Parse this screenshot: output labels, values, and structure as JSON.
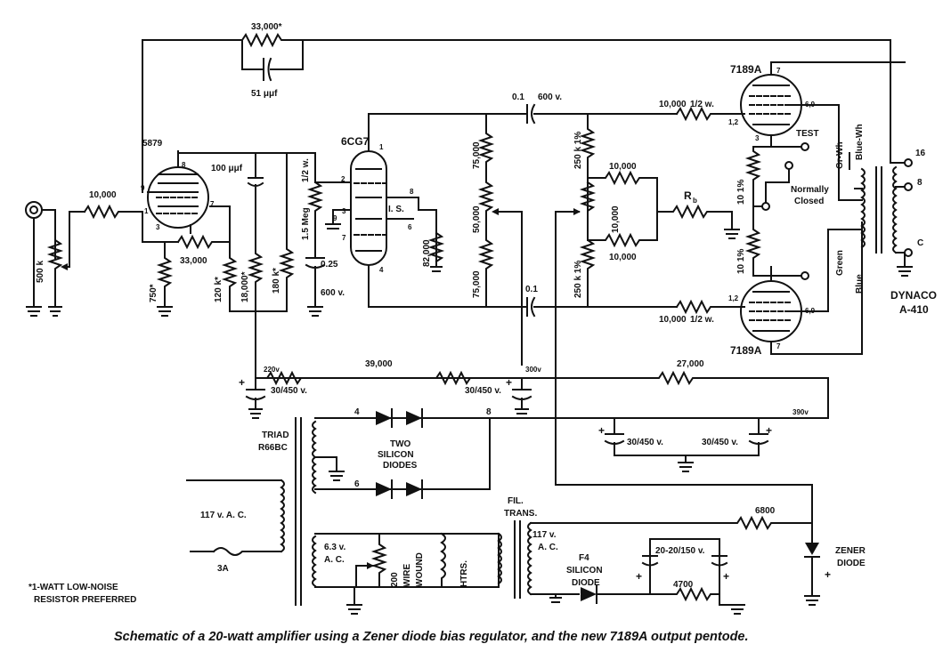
{
  "caption": "Schematic of a 20-watt amplifier using a Zener diode bias regulator, and the new 7189A output pentode.",
  "note": {
    "line1": "*1-WATT LOW-NOISE",
    "line2": "RESISTOR PREFERRED"
  },
  "tubes": {
    "t1": "5879",
    "t2": "6CG7",
    "t3_top": "7189A",
    "t3_bottom": "7189A",
    "is": "I. S."
  },
  "resistors": {
    "fb": "33,000*",
    "input": "10,000",
    "vol": "500 k",
    "cath1": "750*",
    "plate1": "33,000",
    "r120": "120 k*",
    "r18": "18,000*",
    "r180": "180 k*",
    "meg": "1.5 Meg",
    "meg_half": "1/2 w.",
    "r82": "82,000",
    "r75a": "75,000",
    "r50": "50,000",
    "r75b": "75,000",
    "r250a": "250 k 1%",
    "r250b": "250 k 1%",
    "r10k_a": "10,000",
    "r10k_b": "10,000",
    "r10k_c": "10,000",
    "grid_top": "10,000",
    "grid_top_w": "1/2 w.",
    "grid_bot": "10,000",
    "grid_bot_w": "1/2 w.",
    "rb": "R",
    "rb_sub": "b",
    "r10a": "10 1%",
    "r10b": "10 1%",
    "r39": "39,000",
    "r27": "27,000",
    "r6800": "6800",
    "r4700": "4700"
  },
  "caps": {
    "fb": "51 μμf",
    "c100": "100 μμf",
    "c025": "0.25",
    "c025v": "600 v.",
    "c01top": "0.1",
    "c01topv": "600 v.",
    "c01bot": "0.1",
    "e1": "30/450 v.",
    "e2": "30/450 v.",
    "e3": "30/450 v.",
    "e4": "30/450 v.",
    "fil": "20-20/150 v."
  },
  "voltages": {
    "v220": "220v",
    "v300": "300v",
    "v390": "390v"
  },
  "transformer": {
    "triad1": "TRIAD",
    "triad2": "R66BC",
    "ac": "117 v.  A. C.",
    "fuse": "3A",
    "fil63a": "6.3 v.",
    "fil63b": "A. C.",
    "r200": "200",
    "ww1": "WIRE",
    "ww2": "WOUND",
    "htrs": "HTRS.",
    "taps": {
      "t4": "4",
      "t6": "6",
      "t8": "8"
    },
    "diodes1": "TWO",
    "diodes2": "SILICON",
    "diodes3": "DIODES"
  },
  "filament": {
    "fil1": "FIL.",
    "fil2": "TRANS.",
    "v117": "117 v.",
    "ac": "A. C.",
    "f4": "F4",
    "f4b": "SILICON",
    "f4c": "DIODE",
    "zener1": "ZENER",
    "zener2": "DIODE"
  },
  "output": {
    "dynaco": "DYNACO",
    "model": "A-410",
    "tap16": "16",
    "tap8": "8",
    "tapc": "C",
    "test": "TEST",
    "nc1": "Normally",
    "nc2": "Closed",
    "grwh": "Gr-Wh",
    "bluewh": "Blue-Wh",
    "green": "Green",
    "blue": "Blue"
  },
  "pins": {
    "p8": "8",
    "p9": "9",
    "p1": "1",
    "p3": "3",
    "p7": "7",
    "p7b": "7",
    "q1": "1",
    "q2": "2",
    "q3": "3",
    "q4": "4",
    "q7": "7",
    "q8": "8",
    "q6": "6",
    "q9": "9",
    "o7": "7",
    "o69": "6,9",
    "o12": "1,2",
    "o3": "3",
    "o12b": "1,2",
    "o69b": "6,9",
    "o7b": "7"
  }
}
